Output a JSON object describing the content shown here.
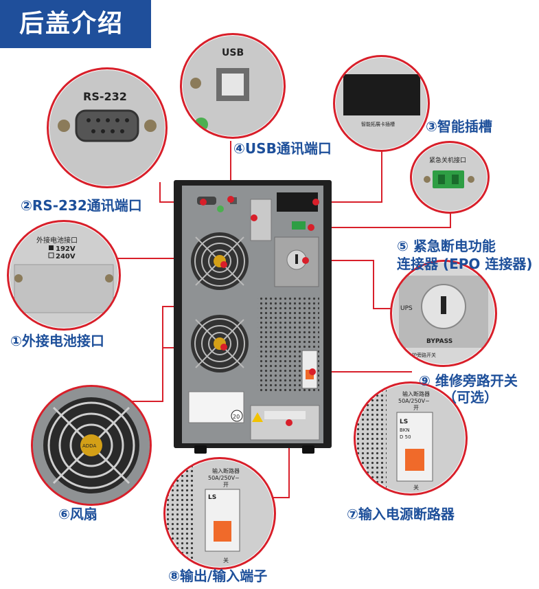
{
  "banner": {
    "title": "后盖介绍"
  },
  "callouts": {
    "c1": "①外接电池接口",
    "c2": "②RS-232通讯端口",
    "c3": "③智能插槽",
    "c4": "④USB通讯端口",
    "c5_line1": "⑤ 紧急断电功能",
    "c5_line2": "连接器 (EPO 连接器)",
    "c6": "⑥风扇",
    "c7": "⑦输入电源断路器",
    "c8": "⑧输出/输入端子",
    "c9_line1": "⑨ 维修旁路开关",
    "c9_line2": "（可选）"
  },
  "zoom_text": {
    "usb": "USB",
    "rs232": "RS-232",
    "battery_port_title": "外接电池接口",
    "battery_192": "192V",
    "battery_240": "240V",
    "epo": "紧急关机接口",
    "slot": "智能拓展卡插槽",
    "bypass_ups": "UPS",
    "bypass_label": "BYPASS",
    "bypass_caption": "维护旁路开关",
    "breaker_title": "输入断路器",
    "breaker_rating": "50A/250V~",
    "breaker_on": "开",
    "breaker_off": "关",
    "breaker_brand": "LS",
    "breaker_model": "BKN",
    "breaker_spec": "D 50",
    "fan_brand": "ADDA",
    "warning": "注意",
    "badge": "20"
  },
  "colors": {
    "accent_red": "#d81f2a",
    "brand_blue": "#1f4f9b",
    "label_blue": "#1d4f9a"
  }
}
